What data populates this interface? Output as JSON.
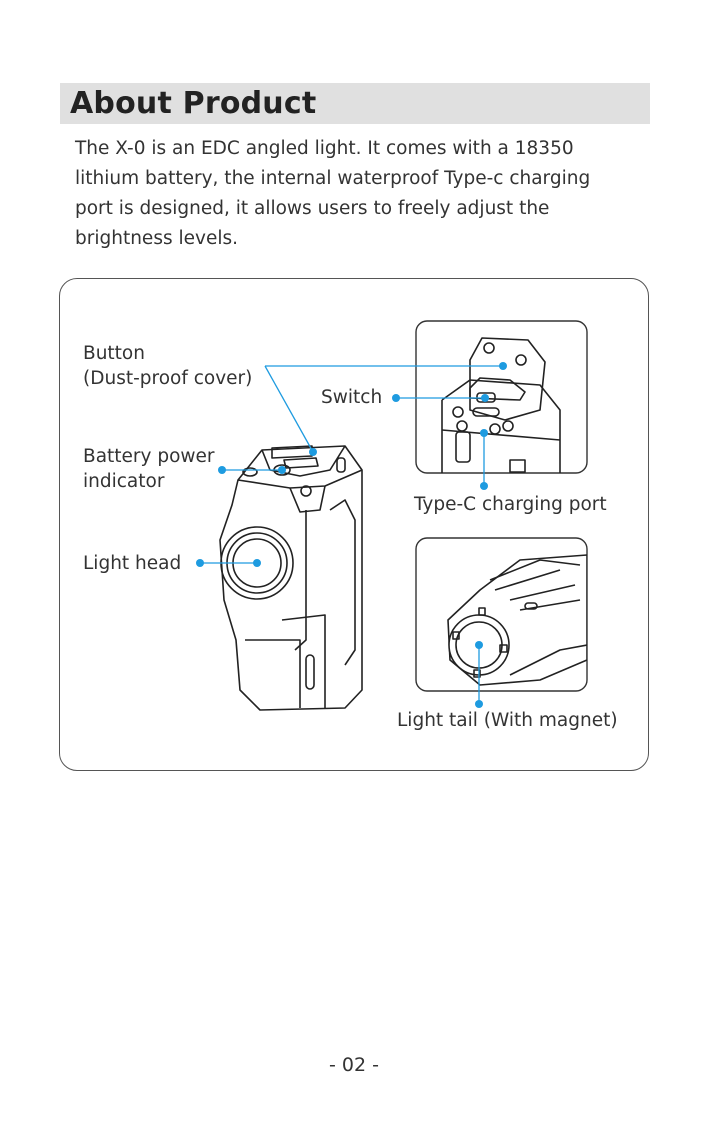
{
  "section": {
    "title": "About Product"
  },
  "intro": {
    "lines": [
      "The X-0 is an EDC angled light. It comes with a 18350",
      "lithium battery, the internal waterproof Type-c charging",
      "port is designed, it allows users to freely adjust the",
      "brightness levels."
    ]
  },
  "diagram": {
    "labels": {
      "button_line1": "Button",
      "button_line2": "(Dust-proof cover)",
      "switch": "Switch",
      "battery_line1": "Battery power",
      "battery_line2": "indicator",
      "light_head": "Light head",
      "type_c": "Type-C charging port",
      "light_tail": "Light tail (With magnet)"
    },
    "leader_color": "#1e9be0"
  },
  "footer": {
    "page_number": "- 02 -"
  }
}
